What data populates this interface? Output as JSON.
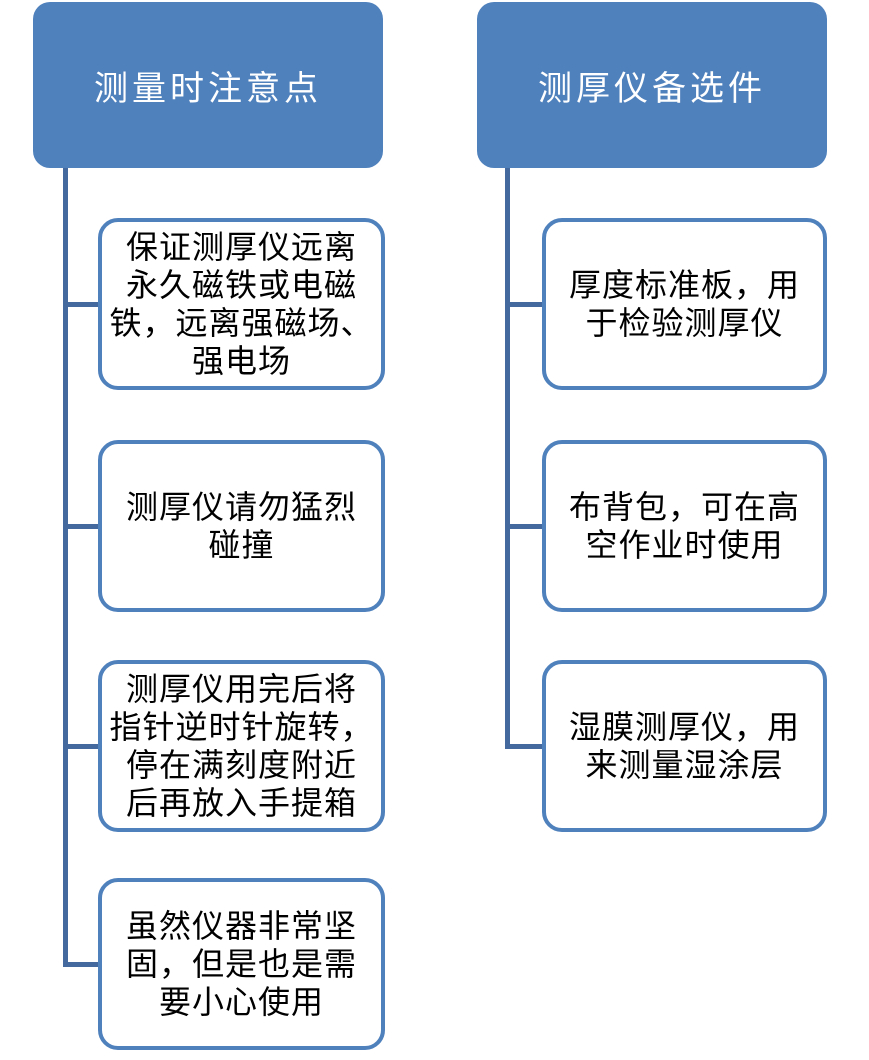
{
  "diagram": {
    "columns": [
      {
        "header": "测量时注意点",
        "items": [
          "保证测厚仪远离\n永久磁铁或电磁\n铁，远离强磁场、\n强电场",
          "测厚仪请勿猛烈\n碰撞",
          "测厚仪用完后将\n指针逆时针旋转，\n停在满刻度附近\n后再放入手提箱",
          "虽然仪器非常坚\n固，但是也是需\n要小心使用"
        ]
      },
      {
        "header": "测厚仪备选件",
        "items": [
          "厚度标准板，用\n于检验测厚仪",
          "布背包，可在高\n空作业时使用",
          "湿膜测厚仪，用\n来测量湿涂层"
        ]
      }
    ],
    "colors": {
      "header_fill": "#4f81bd",
      "header_text": "#ffffff",
      "item_border": "#4f81bd",
      "item_text": "#000000",
      "connector": "#44699e",
      "background": "#ffffff"
    }
  }
}
